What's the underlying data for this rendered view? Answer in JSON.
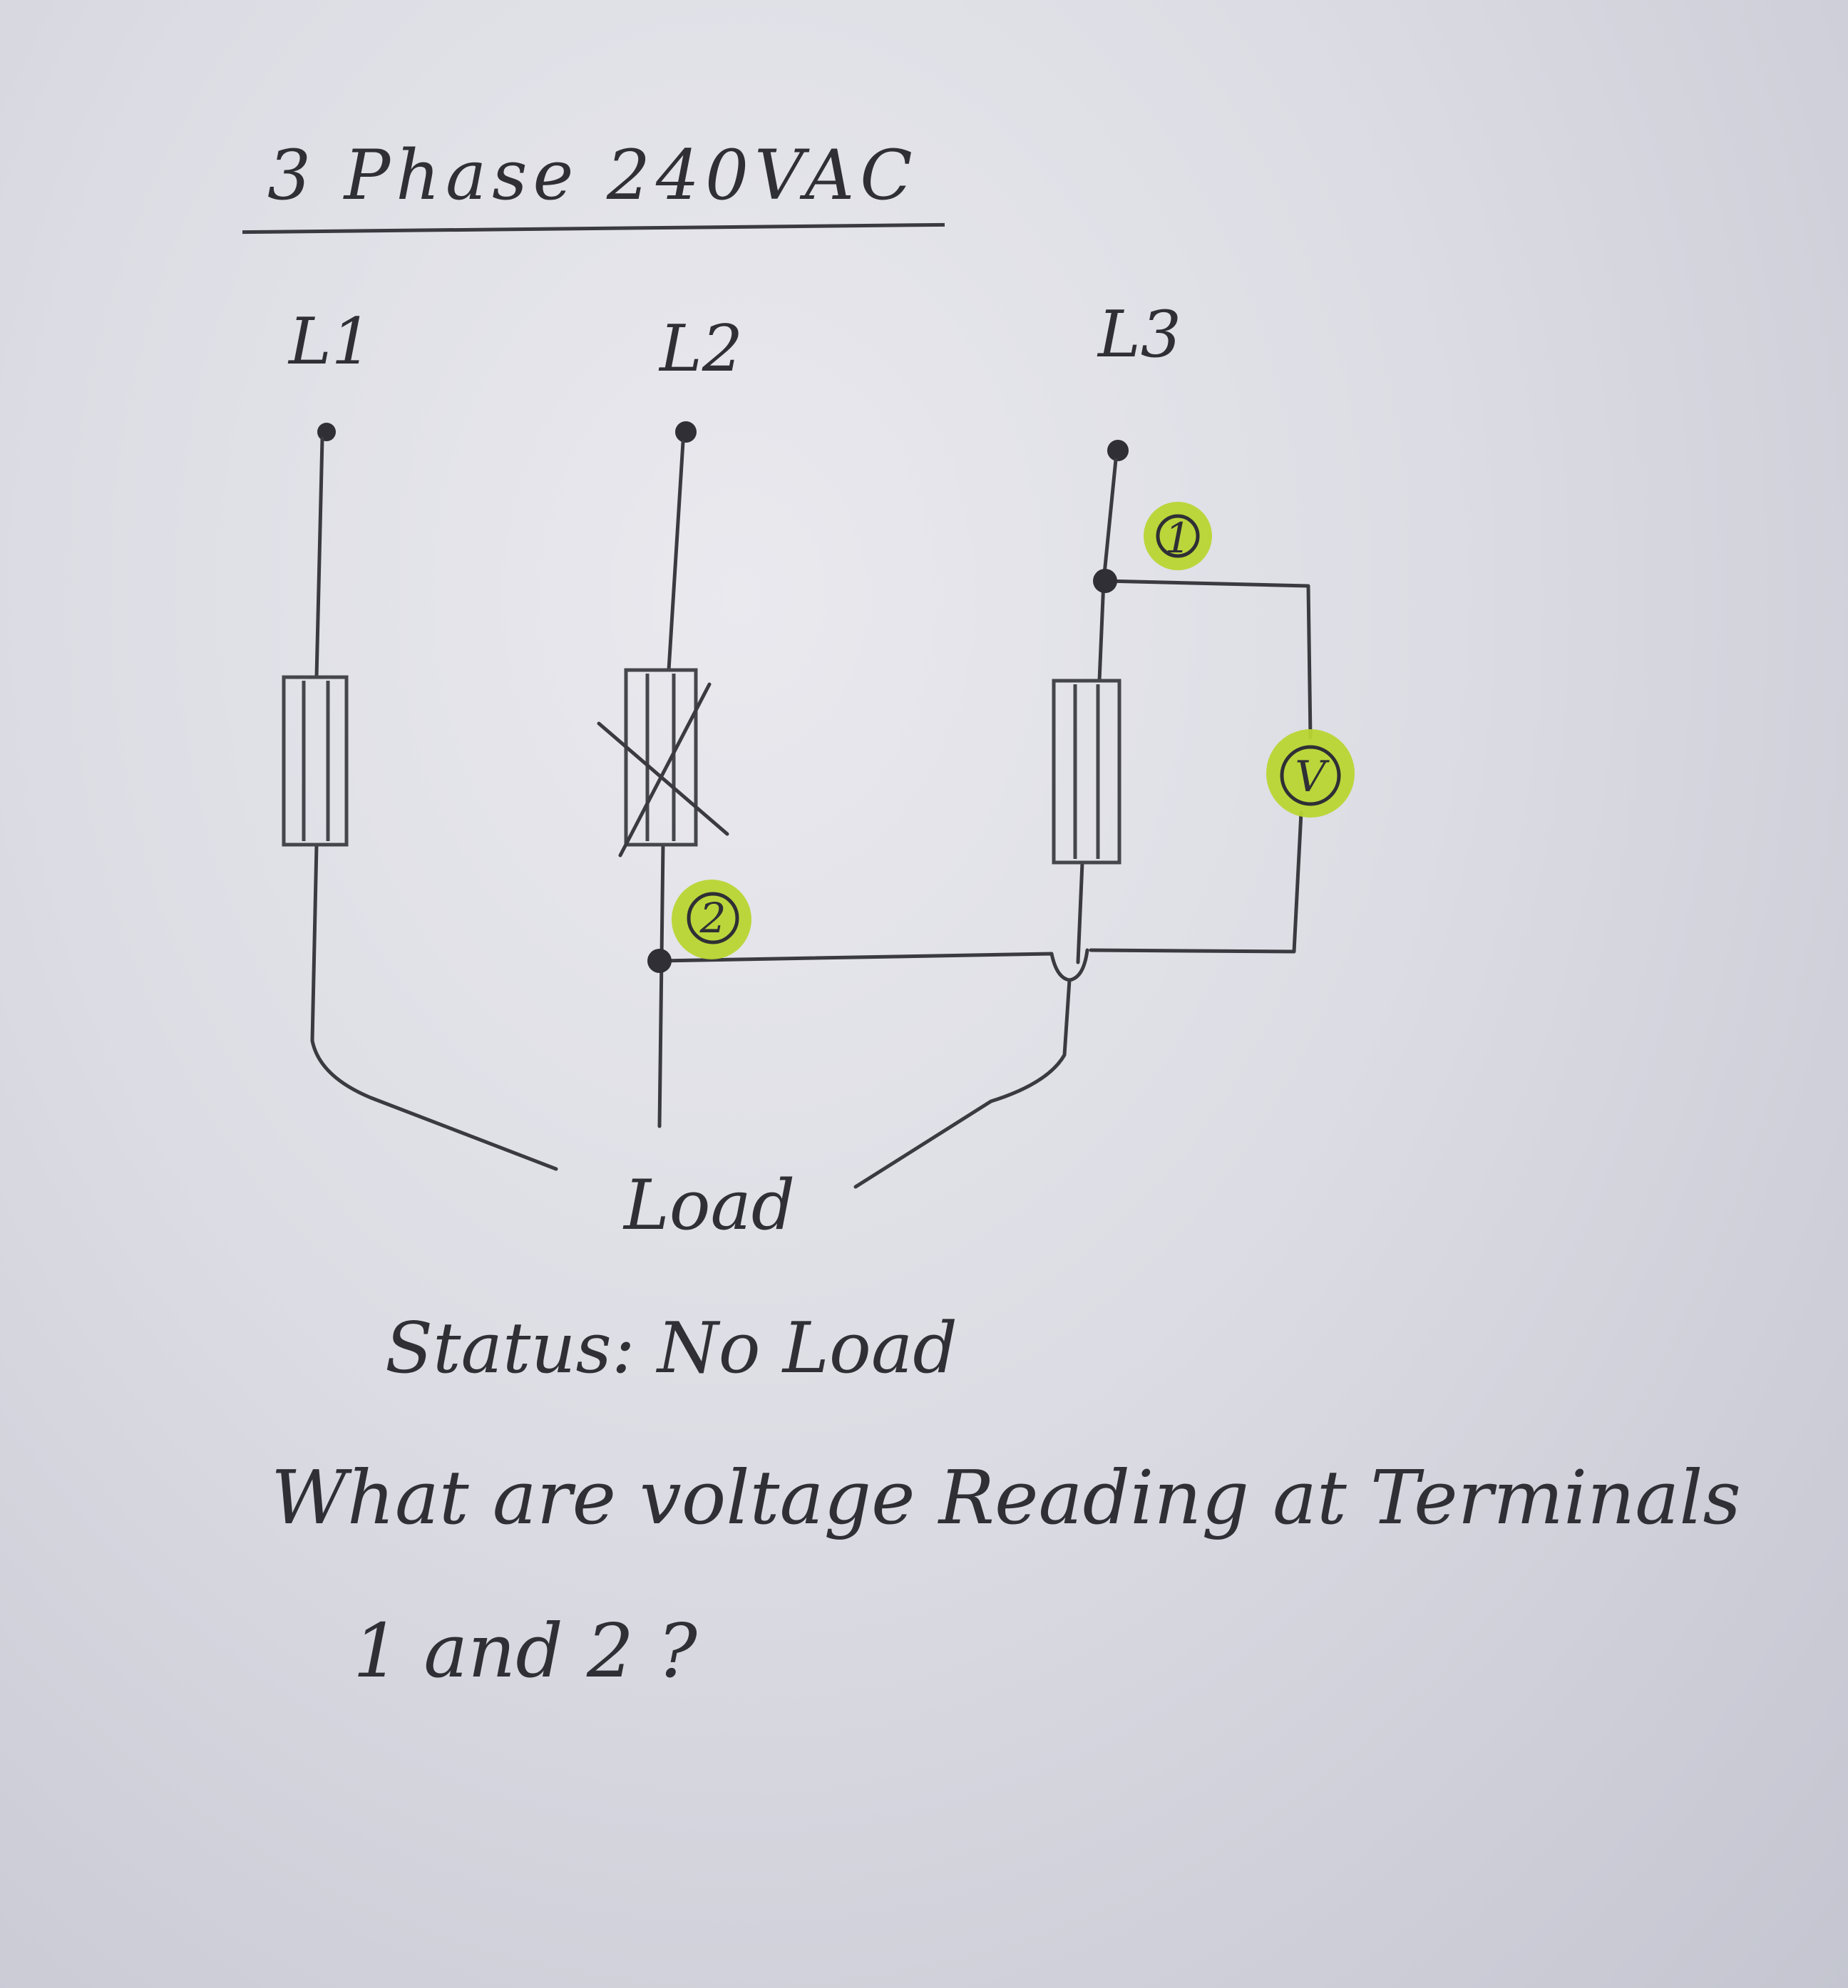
{
  "title": "3 Phase 240VAC",
  "phases": [
    "L1",
    "L2",
    "L3"
  ],
  "terminals": [
    "1",
    "2"
  ],
  "meter_symbol": "V",
  "load_label": "Load",
  "status": "Status: No Load",
  "question": {
    "line1": "What are voltage Reading at Terminals",
    "line2": "1 and 2 ?"
  },
  "colors": {
    "paper": "#dcdce4",
    "ink": "#2f2f35",
    "highlight": "#b8d531"
  },
  "blown_fuse_phase": "L2"
}
